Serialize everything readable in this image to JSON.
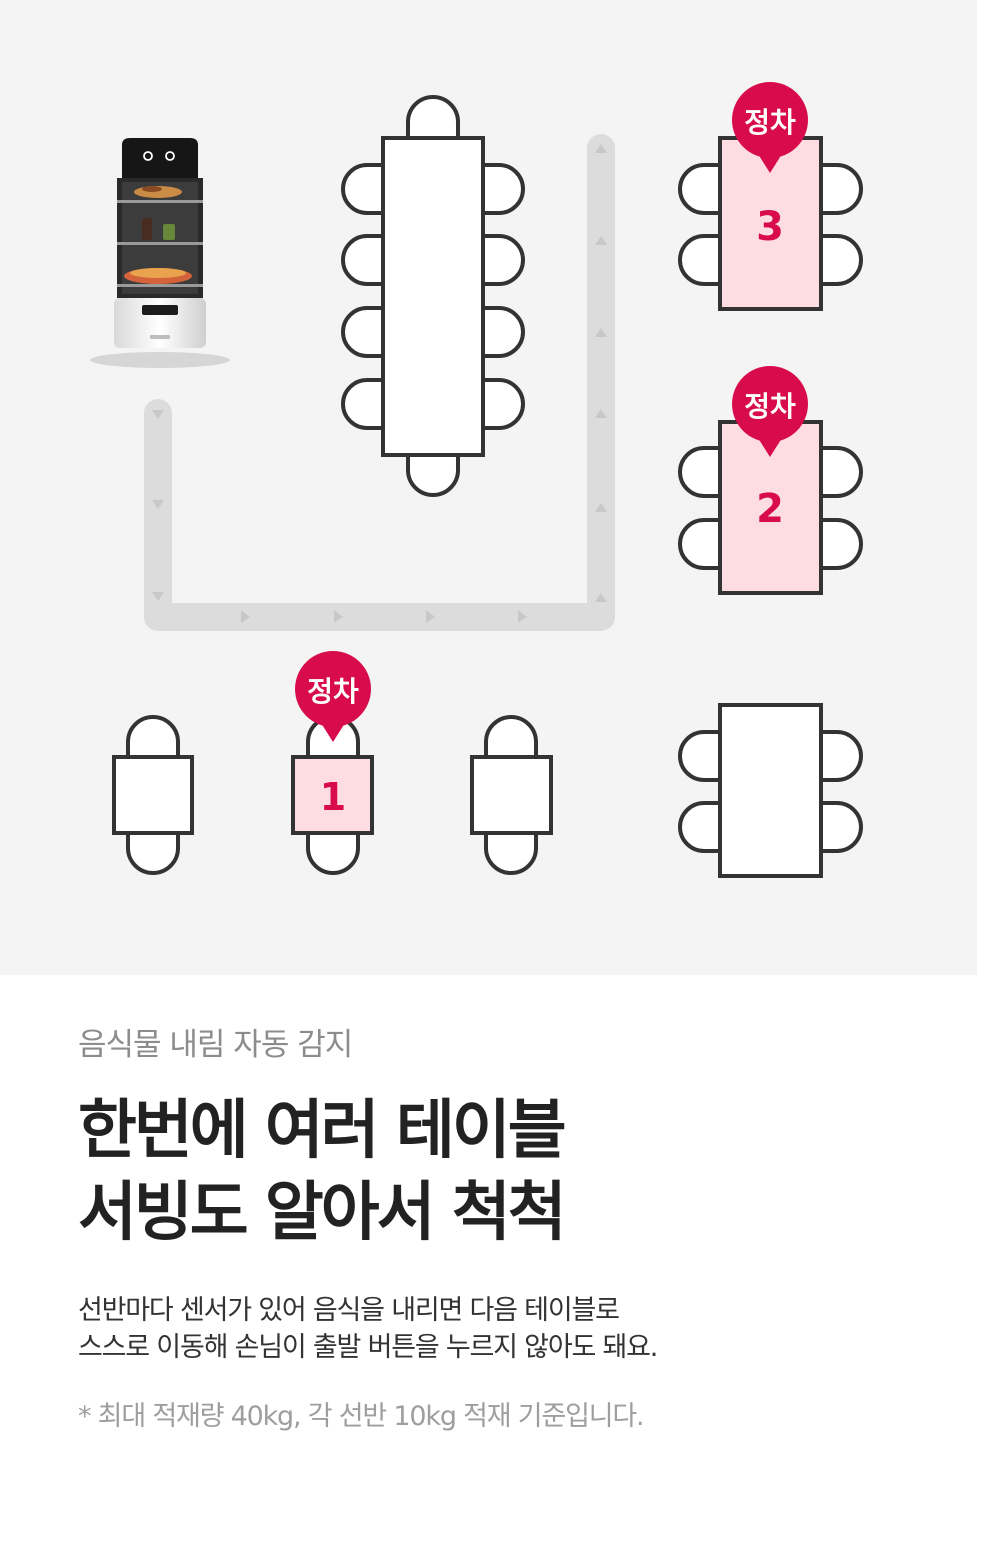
{
  "diagram": {
    "stop_label": "정차",
    "table_numbers": [
      "1",
      "2",
      "3"
    ],
    "colors": {
      "background": "#f4f4f4",
      "stroke": "#333333",
      "highlight_fill": "#fddde2",
      "accent": "#d80c4c",
      "path": "#dcdcdc",
      "path_arrow": "#c8c8c8"
    },
    "icons": {
      "robot": "serving-robot-icon",
      "pin": "map-pin-icon"
    }
  },
  "text": {
    "eyebrow": "음식물 내림 자동 감지",
    "headline_line1": "한번에 여러 테이블",
    "headline_line2": "서빙도 알아서 척척",
    "body_line1": "선반마다 센서가 있어 음식을 내리면 다음 테이블로",
    "body_line2": "스스로 이동해 손님이 출발 버튼을 누르지 않아도 돼요.",
    "note": "* 최대 적재량 40kg, 각 선반 10kg 적재 기준입니다."
  }
}
